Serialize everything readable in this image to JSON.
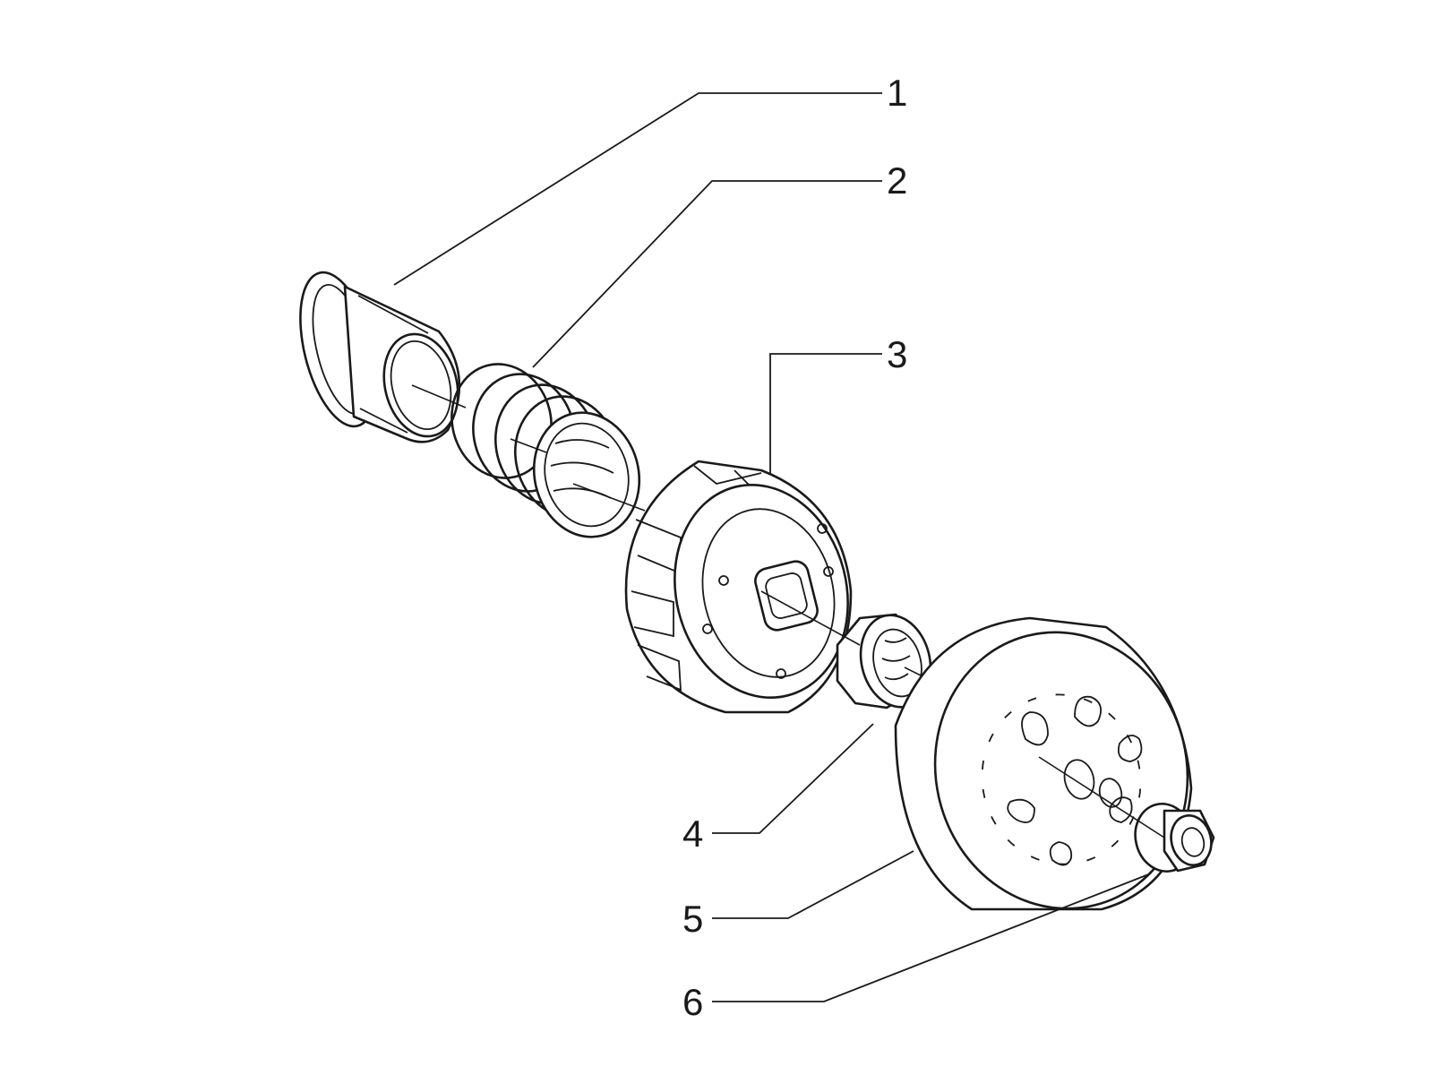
{
  "diagram": {
    "callouts": [
      {
        "id": "1",
        "label": "1"
      },
      {
        "id": "2",
        "label": "2"
      },
      {
        "id": "3",
        "label": "3"
      },
      {
        "id": "4",
        "label": "4"
      },
      {
        "id": "5",
        "label": "5"
      },
      {
        "id": "6",
        "label": "6"
      }
    ]
  }
}
